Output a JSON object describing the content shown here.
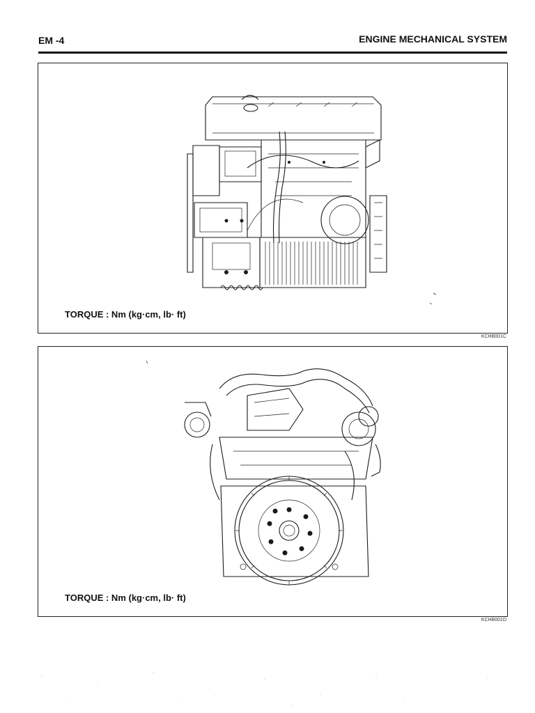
{
  "header": {
    "section": "EM -4",
    "title": "ENGINE MECHANICAL SYSTEM"
  },
  "figures": [
    {
      "caption": "TORQUE : Nm (kg·cm, lb· ft)",
      "code": "KCHB001C"
    },
    {
      "caption": "TORQUE : Nm (kg·cm, lb· ft)",
      "code": "KCHB001D"
    }
  ]
}
